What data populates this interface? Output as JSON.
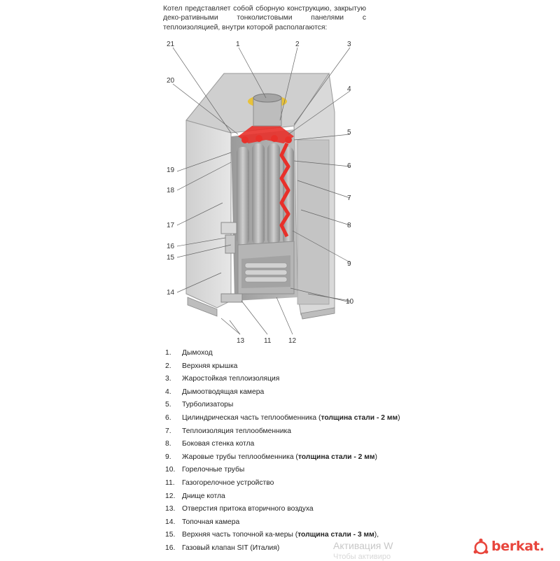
{
  "intro": "Котел представляет собой сборную конструкцию, закрытую деко-ративными тонколистовыми панелями с теплоизоляцией, внутри которой располагаются:",
  "callouts": [
    "21",
    "1",
    "2",
    "3",
    "20",
    "4",
    "5",
    "19",
    "6",
    "18",
    "7",
    "17",
    "8",
    "16",
    "15",
    "9",
    "14",
    "10",
    "13",
    "11",
    "12"
  ],
  "legend": [
    {
      "num": "1.",
      "text": "Дымоход",
      "bold": ""
    },
    {
      "num": "2.",
      "text": "Верхняя крышка",
      "bold": ""
    },
    {
      "num": "3.",
      "text": "Жаростойкая теплоизоляция",
      "bold": ""
    },
    {
      "num": "4.",
      "text": "Дымоотводящая камера",
      "bold": ""
    },
    {
      "num": "5.",
      "text": "Турболизаторы",
      "bold": ""
    },
    {
      "num": "6.",
      "text": "Цилиндрическая часть теплообменника (",
      "bold": "толщина стали - 2 мм",
      "after": ")"
    },
    {
      "num": "7.",
      "text": "Теплоизоляция теплообменника",
      "bold": ""
    },
    {
      "num": "8.",
      "text": "Боковая стенка котла",
      "bold": ""
    },
    {
      "num": "9.",
      "text": "Жаровые трубы теплообменника (",
      "bold": "толщина стали - 2 мм",
      "after": ")"
    },
    {
      "num": "10.",
      "text": "Горелочные трубы",
      "bold": ""
    },
    {
      "num": "11.",
      "text": "Газогорелочное устройство",
      "bold": ""
    },
    {
      "num": "12.",
      "text": "Днище котла",
      "bold": ""
    },
    {
      "num": "13.",
      "text": "Отверстия притока вторичного воздуха",
      "bold": ""
    },
    {
      "num": "14.",
      "text": "Топочная камера",
      "bold": ""
    },
    {
      "num": "15.",
      "text": "Верхняя часть топочной ка-меры (",
      "bold": "толщина стали - 3 мм",
      "after": "),"
    },
    {
      "num": "16.",
      "text": "Газовый клапан SIT (Италия)",
      "bold": ""
    }
  ],
  "watermark": {
    "line1": "Активация W",
    "line2": "Чтобы активиро"
  },
  "brand": {
    "name": "berkat."
  },
  "colors": {
    "brand": "#e8453c",
    "accent_red": "#e8302a",
    "body_gray": "#d4d4d4",
    "flue_yellow": "#e8c23a"
  }
}
